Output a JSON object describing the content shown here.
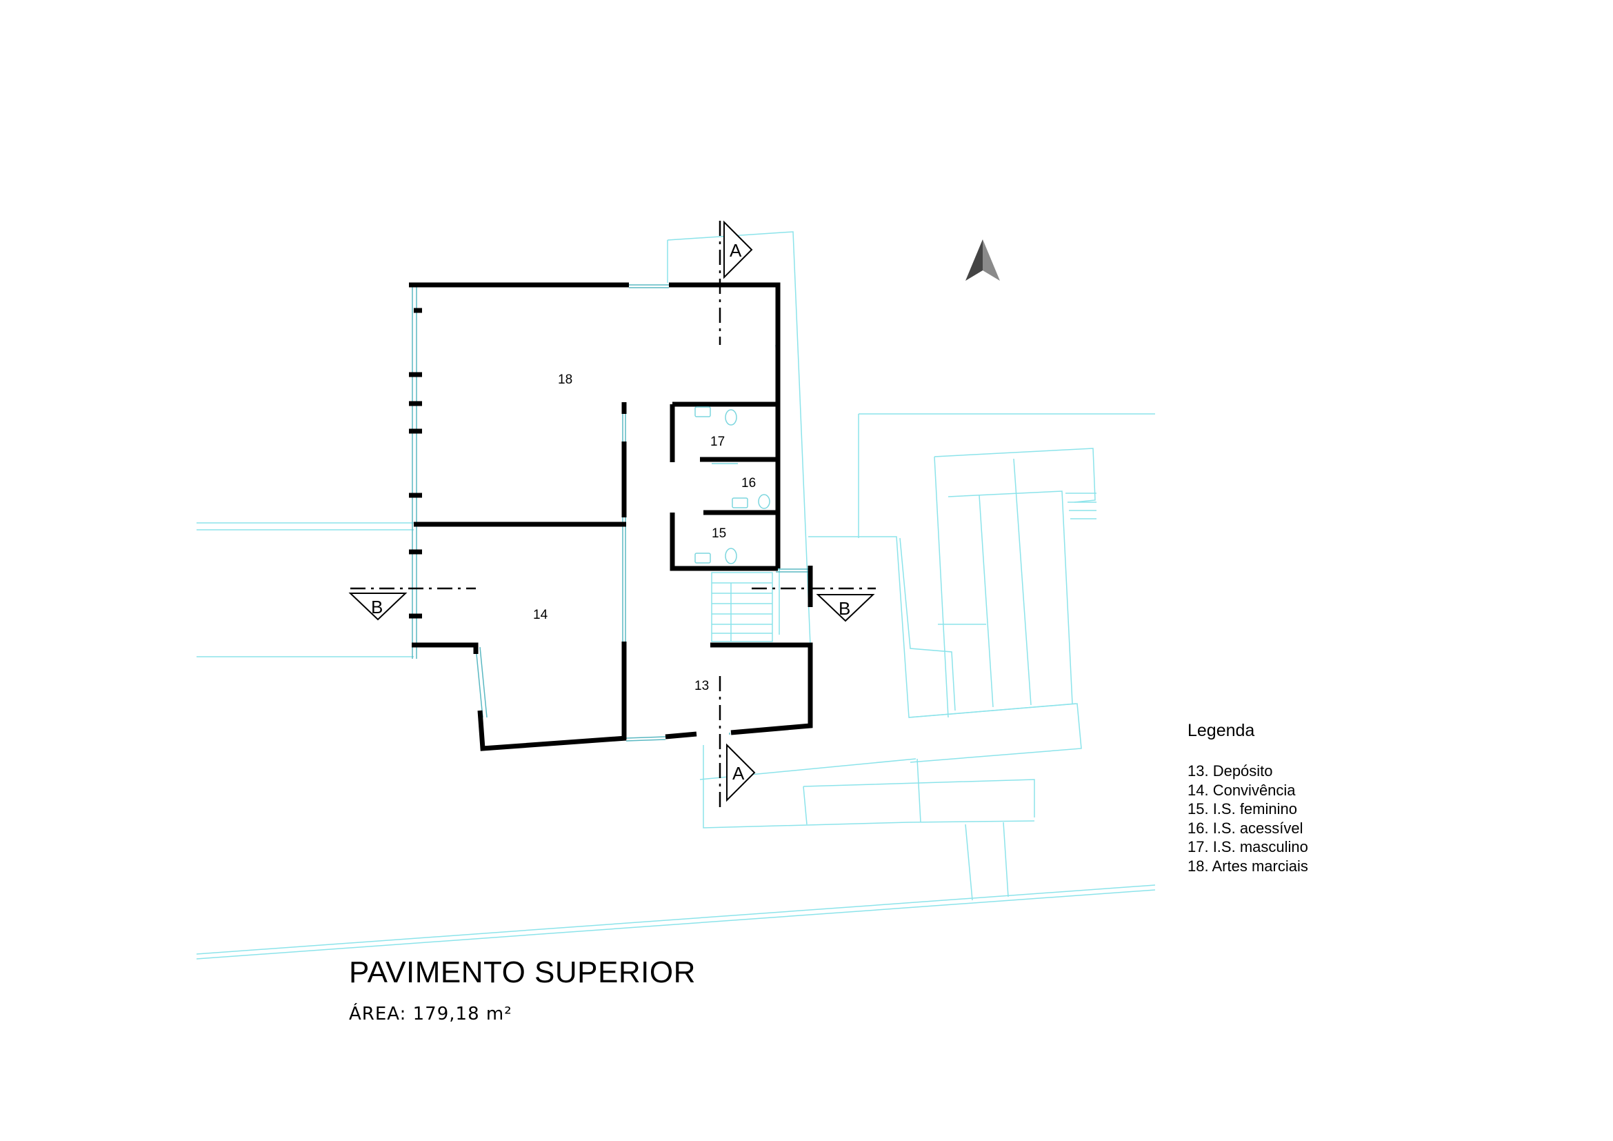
{
  "title": "PAVIMENTO SUPERIOR",
  "area": "ÁREA: 179,18 m²",
  "legend": {
    "title": "Legenda",
    "items": [
      "13. Depósito",
      "14. Convivência",
      "15. I.S. feminino",
      "16. I.S. acessível",
      "17. I.S. masculino",
      "18. Artes marciais"
    ]
  },
  "rooms": {
    "r18": "18",
    "r17": "17",
    "r16": "16",
    "r15": "15",
    "r14": "14",
    "r13": "13"
  },
  "section_markers": {
    "a_top": "A",
    "a_bottom": "A",
    "b_left": "B",
    "b_right": "B"
  },
  "colors": {
    "walls": "#000000",
    "context_lines": "#8be3ea",
    "north_arrow": "#555555"
  },
  "icons": {
    "north": "north-arrow-icon"
  }
}
